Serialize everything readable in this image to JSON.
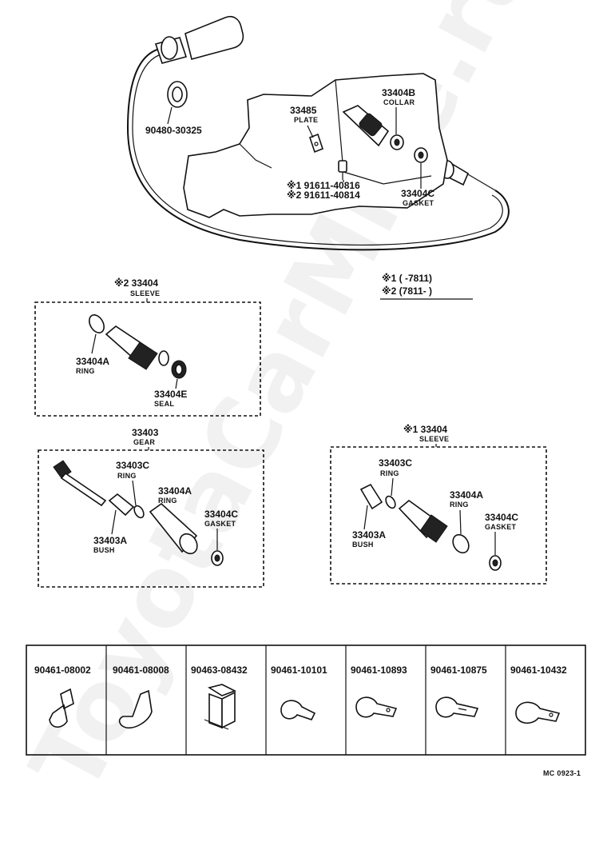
{
  "watermark": "ToyotaCarMine.ru",
  "top": {
    "plate": {
      "part": "33485",
      "name": "PLATE"
    },
    "collar": {
      "part": "33404B",
      "name": "COLLAR"
    },
    "grommet": {
      "part": "90480-30325"
    },
    "bolt1": {
      "part": "※1 91611-40816"
    },
    "bolt2": {
      "part": "※2 91611-40814"
    },
    "gasket": {
      "part": "33404C",
      "name": "GASKET"
    }
  },
  "legend": {
    "row1": "※1 (        -7811)",
    "row2": "※2 (7811-        )"
  },
  "sleeve2": {
    "title_part": "※2 33404",
    "title_name": "SLEEVE",
    "ring": {
      "part": "33404A",
      "name": "RING"
    },
    "seal": {
      "part": "33404E",
      "name": "SEAL"
    }
  },
  "gear": {
    "title_part": "33403",
    "title_name": "GEAR",
    "ring_c": {
      "part": "33403C",
      "name": "RING"
    },
    "ring_a": {
      "part": "33404A",
      "name": "RING"
    },
    "gasket": {
      "part": "33404C",
      "name": "GASKET"
    },
    "bush": {
      "part": "33403A",
      "name": "BUSH"
    }
  },
  "sleeve1": {
    "title_part": "※1 33404",
    "title_name": "SLEEVE",
    "ring_c": {
      "part": "33403C",
      "name": "RING"
    },
    "ring_a": {
      "part": "33404A",
      "name": "RING"
    },
    "gasket": {
      "part": "33404C",
      "name": "GASKET"
    },
    "bush": {
      "part": "33403A",
      "name": "BUSH"
    }
  },
  "clamps": [
    {
      "part": "90461-08002"
    },
    {
      "part": "90461-08008"
    },
    {
      "part": "90463-08432"
    },
    {
      "part": "90461-10101"
    },
    {
      "part": "90461-10893"
    },
    {
      "part": "90461-10875"
    },
    {
      "part": "90461-10432"
    }
  ],
  "footer_code": "MC 0923-1"
}
